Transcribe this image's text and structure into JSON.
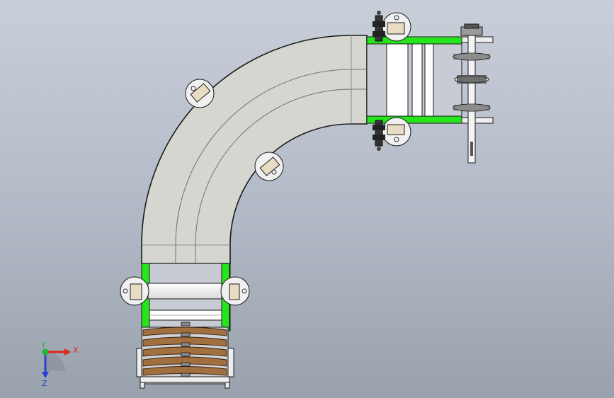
{
  "viewport": {
    "colors": {
      "background_top": "#c9cfd9",
      "background_bottom": "#99a1ad",
      "belt": "#d6d6d0",
      "frame_green": "#27e51d",
      "chain_wood": "#a2703f",
      "roller": "#f2f2f2",
      "outline": "#1a1a1a"
    }
  },
  "triad": {
    "x_label": "X",
    "y_label": "Y",
    "z_label": "Z",
    "x_color": "#e2231a",
    "y_color": "#1fb53a",
    "z_color": "#2a3fd0"
  }
}
